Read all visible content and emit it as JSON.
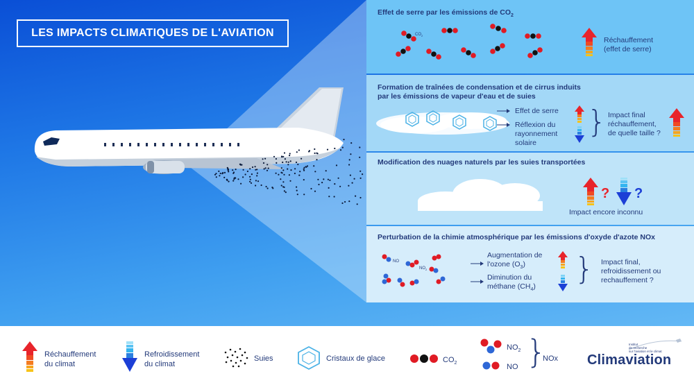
{
  "title": "LES IMPACTS CLIMATIQUES DE L'AVIATION",
  "panels": {
    "co2": {
      "title": "Effet de serre par les émissions de CO",
      "title_sub": "2",
      "mol_label": "CO",
      "mol_label_sub": "2",
      "effect_line1": "Réchauffement",
      "effect_line2": "(effet de serre)"
    },
    "contrails": {
      "title_line1": "Formation de traînées de condensation et de cirrus induits",
      "title_line2": "par les émissions de vapeur d'eau et de suies",
      "effect1": "Effet de serre",
      "effect2_line1": "Réflexion du",
      "effect2_line2": "rayonnement",
      "effect2_line3": "solaire",
      "final_line1": "Impact final",
      "final_line2": "réchauffement,",
      "final_line3": "de quelle taille ?"
    },
    "clouds": {
      "title": "Modification des nuages naturels par les suies transportées",
      "q": "?",
      "status": "Impact encore inconnu"
    },
    "nox": {
      "title": "Perturbation de la chimie atmosphérique par les émissions d'oxyde d'azote NOx",
      "label_no": "NO",
      "label_no2": "NO",
      "label_no2_sub": "2",
      "effect1_line1": "Augmentation de",
      "effect1_line2a": "l'ozone (O",
      "effect1_sub": "3",
      "effect1_line2b": ")",
      "effect2_line1": "Diminution du",
      "effect2_line2a": "méthane (CH",
      "effect2_sub": "4",
      "effect2_line2b": ")",
      "final_line1": "Impact final,",
      "final_line2": "refroidissement ou",
      "final_line3": "rechauffement ?"
    }
  },
  "legend": {
    "warming_line1": "Réchauffement",
    "warming_line2": "du climat",
    "cooling_line1": "Refroidissement",
    "cooling_line2": "du climat",
    "soot": "Suies",
    "ice": "Cristaux de glace",
    "co2": "CO",
    "co2_sub": "2",
    "no2": "NO",
    "no2_sub": "2",
    "no": "NO",
    "nox": "NOx"
  },
  "logo": {
    "name": "Climaviation",
    "tag_line1": "Institut",
    "tag_line2": "de recherche",
    "tag_line3": "sur l'aviation et le climat"
  },
  "colors": {
    "navy": "#233a7a",
    "warm_red": "#e8242b",
    "warm_orange": "#f47b20",
    "warm_yellow": "#f7b718",
    "cool_blue": "#1c3fd6",
    "cool_cyan": "#35b5f0",
    "co2_red": "#e01b24",
    "nox_blue": "#2e67d6"
  }
}
